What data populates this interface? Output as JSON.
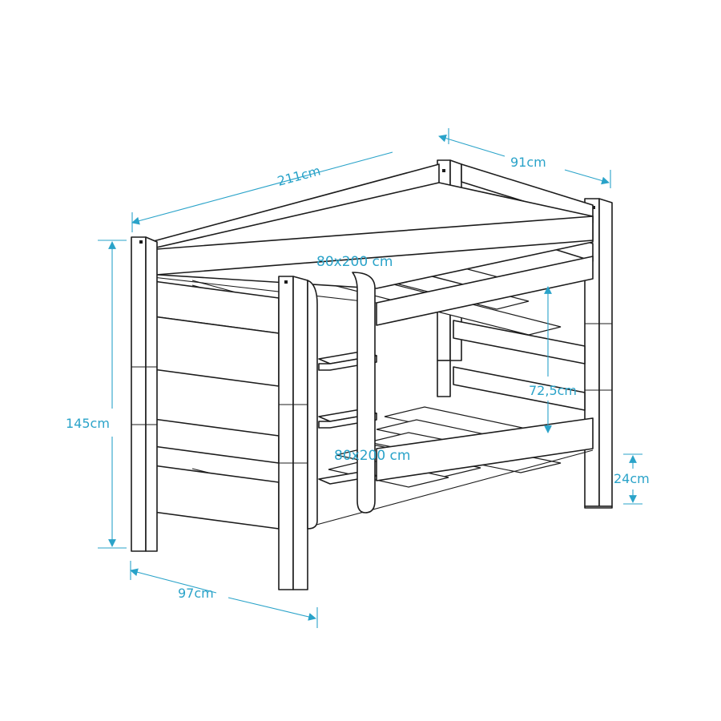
{
  "colors": {
    "dimension": "#2aa3c9",
    "line": "#1c1c1c",
    "background": "#ffffff"
  },
  "dimensions": {
    "length": "211cm",
    "depth_top": "91cm",
    "height": "145cm",
    "depth_bottom": "97cm",
    "clearance": "72,5cm",
    "underbed": "24cm"
  },
  "mattresses": {
    "top": "80x200 cm",
    "bottom": "80x200 cm"
  }
}
